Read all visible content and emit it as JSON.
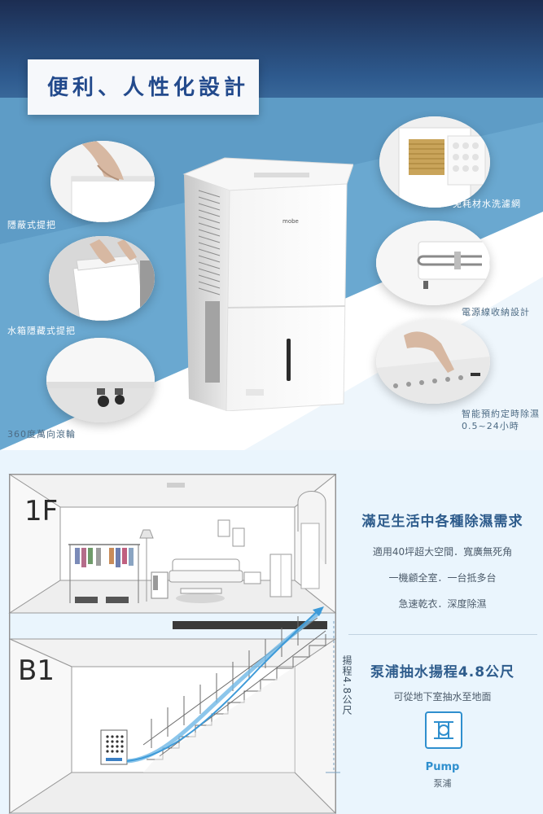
{
  "top": {
    "title": "便利、人性化設計",
    "brand": "mobe",
    "features": {
      "handle": "隱蔽式提把",
      "tank_handle": "水箱隱藏式提把",
      "wheels": "360度萬向滾輪",
      "filter": "免耗材水洗濾網",
      "cord": "電源線收納設計",
      "timer_line1": "智能預約定時除濕",
      "timer_line2": "0.5~24小時"
    }
  },
  "bottom": {
    "floor_1": "1F",
    "floor_b1": "B1",
    "lift_label": "揚程4.8公尺",
    "headline": "滿足生活中各種除濕需求",
    "lines": [
      "適用40坪超大空間．寬廣無死角",
      "一機顧全室．一台抵多台",
      "急速乾衣．深度除濕"
    ],
    "pump_headline": "泵浦抽水揚程4.8公尺",
    "pump_sub": "可從地下室抽水至地面",
    "pump_en": "Pump",
    "pump_zh": "泵浦"
  },
  "colors": {
    "navy": "#1d2f56",
    "accent_blue": "#2f8fce",
    "title_blue": "#234a8c",
    "pale_blue_bg": "#eaf5fd"
  }
}
